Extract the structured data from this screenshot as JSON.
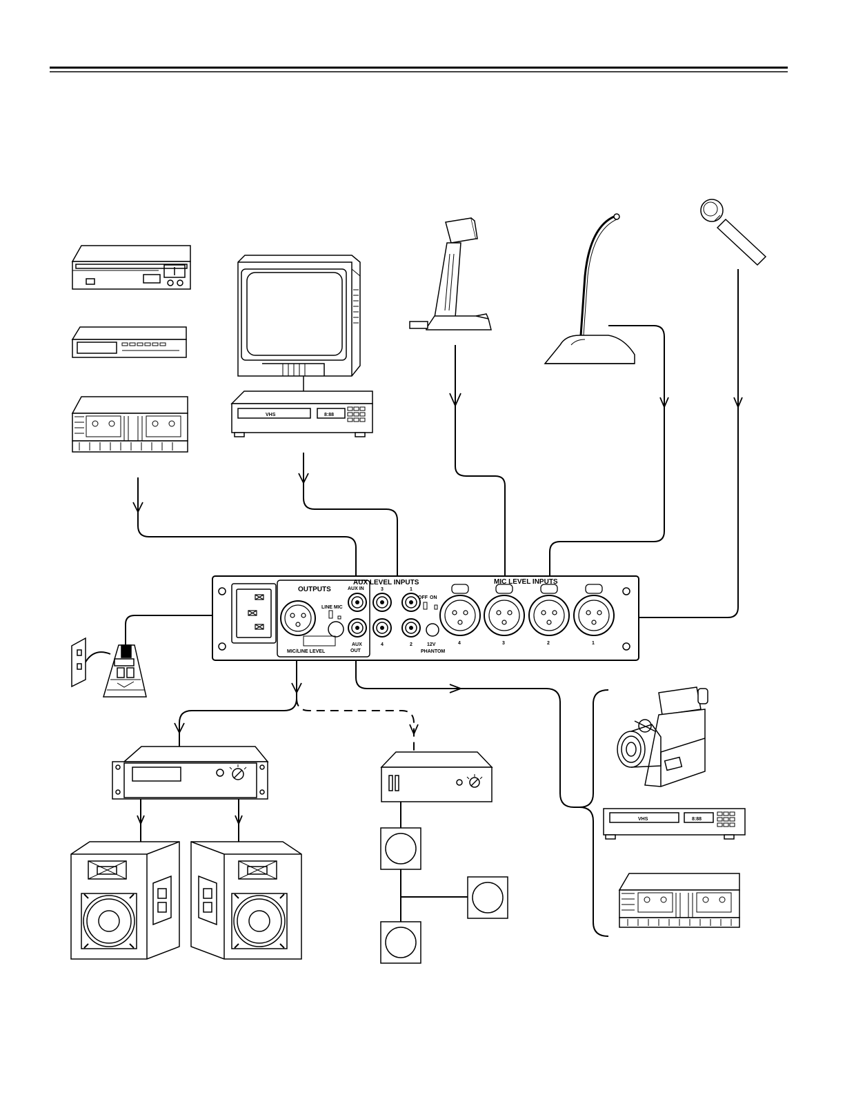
{
  "panel": {
    "outputs_label": "OUTPUTS",
    "aux_level_inputs_label": "AUX LEVEL INPUTS",
    "aux_in_label": "AUX IN",
    "mic_level_inputs_label": "MIC LEVEL INPUTS",
    "line_mic_label": "LINE MIC",
    "mic_line_level_label": "MIC/LINE LEVEL",
    "aux_out_top": "AUX",
    "aux_out_bottom": "OUT",
    "off_label": "OFF",
    "on_label": "ON",
    "volt_label": "12V",
    "phantom_label": "PHANTOM",
    "aux_jack_numbers": [
      "3",
      "1",
      "4",
      "2"
    ],
    "mic_input_numbers": [
      "4",
      "3",
      "2",
      "1"
    ]
  },
  "device_labels": {
    "vcr_left_badge": "VHS",
    "vcr_left_clock": "8:88",
    "vcr_right_badge": "VHS",
    "vcr_right_clock": "8:88"
  }
}
